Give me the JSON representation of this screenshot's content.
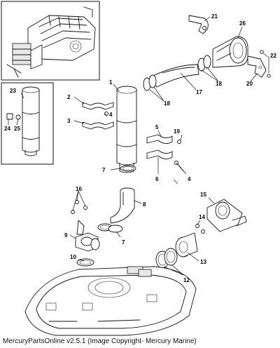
{
  "callouts": {
    "c1": "1",
    "c2": "2",
    "c3": "3",
    "c4a": "4",
    "c4b": "4",
    "c5": "5",
    "c6": "6",
    "c7a": "7",
    "c7b": "7",
    "c8": "8",
    "c9": "9",
    "c10": "10",
    "c12": "12",
    "c13": "13",
    "c14": "14",
    "c15": "15",
    "c16": "16",
    "c17": "17",
    "c18a": "18",
    "c18b": "18",
    "c19": "19",
    "c20": "20",
    "c21": "21",
    "c22": "22",
    "c23": "23",
    "c24": "24",
    "c25": "25",
    "c26": "26"
  },
  "caption": "MercuryPartsOnline v2.5.1 (Image Copyright- Mercury Marine)"
}
